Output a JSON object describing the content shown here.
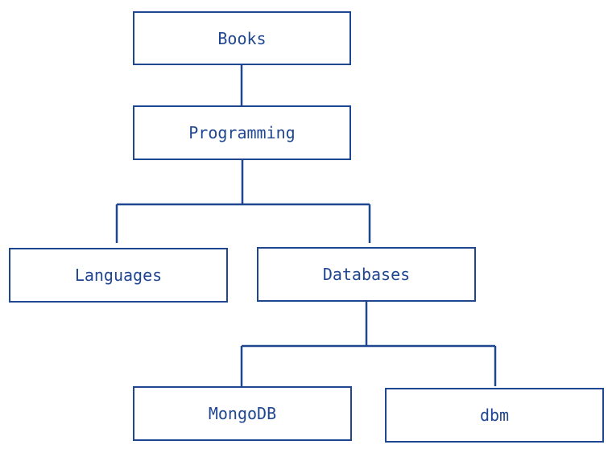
{
  "colors": {
    "stroke": "#1f4690",
    "text": "#1f4690",
    "background": "#ffffff"
  },
  "nodes": {
    "books": "Books",
    "programming": "Programming",
    "languages": "Languages",
    "databases": "Databases",
    "mongodb": "MongoDB",
    "dbm": "dbm"
  },
  "edges": [
    [
      "books",
      "programming"
    ],
    [
      "programming",
      "languages"
    ],
    [
      "programming",
      "databases"
    ],
    [
      "databases",
      "mongodb"
    ],
    [
      "databases",
      "dbm"
    ]
  ]
}
